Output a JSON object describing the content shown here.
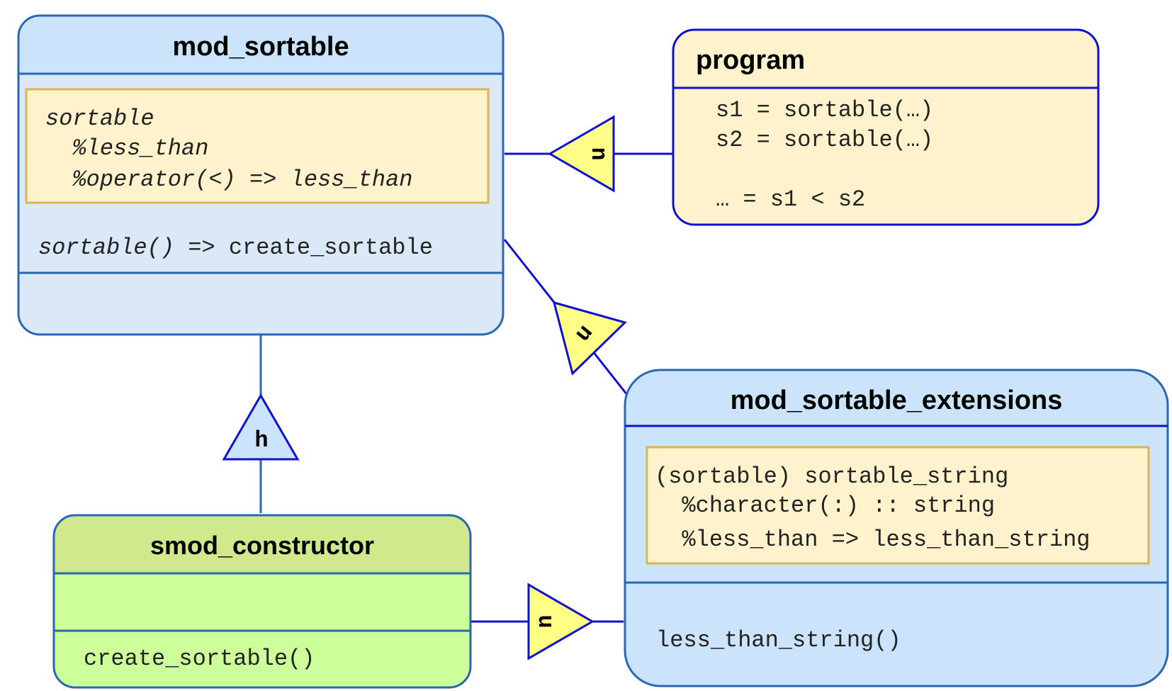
{
  "colors": {
    "module_header": "#cce4fb",
    "module_body": "#dbe8f8",
    "module_border": "#2a66b4",
    "program_fill": "#fff2cc",
    "program_border": "#1010d0",
    "submodule_header": "#d0e98c",
    "submodule_body": "#ccff99",
    "inner_box_fill": "#fff2cc",
    "inner_box_border": "#d6b656",
    "connector": "#1010d0",
    "use_triangle": "#ffff88",
    "host_triangle": "#cce4fb"
  },
  "mod_sortable": {
    "title": "mod_sortable",
    "type_lines": [
      "sortable",
      "  %less_than",
      "  %operator(<) => less_than"
    ],
    "interface_prefix": "sortable()",
    "interface_suffix": " => create_sortable"
  },
  "program": {
    "title": "program",
    "lines": [
      "s1 = sortable(…)",
      "s2 = sortable(…)",
      "",
      "… = s1 < s2"
    ]
  },
  "mod_sortable_extensions": {
    "title": "mod_sortable_extensions",
    "type_lines": [
      "(sortable) sortable_string",
      "  %character(:) :: string",
      "  %less_than => less_than_string"
    ],
    "procedure": "less_than_string()"
  },
  "smod_constructor": {
    "title": "smod_constructor",
    "procedure": "create_sortable()"
  },
  "relations": {
    "use_label": "u",
    "host_label": "h"
  }
}
